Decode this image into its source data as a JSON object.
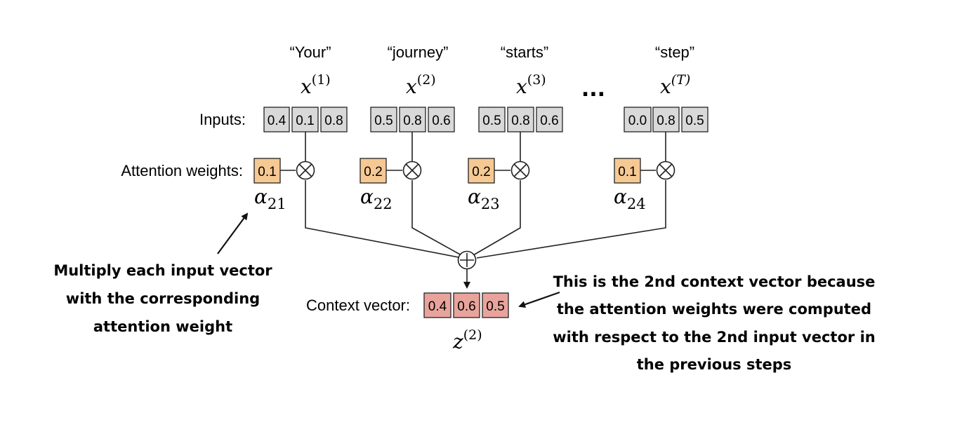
{
  "tokens": [
    {
      "word": "“Your”",
      "var": "x",
      "sup": "(1)",
      "values": [
        "0.4",
        "0.1",
        "0.8"
      ]
    },
    {
      "word": "“journey”",
      "var": "x",
      "sup": "(2)",
      "values": [
        "0.5",
        "0.8",
        "0.6"
      ]
    },
    {
      "word": "“starts”",
      "var": "x",
      "sup": "(3)",
      "values": [
        "0.5",
        "0.8",
        "0.6"
      ]
    },
    {
      "word": "“step”",
      "var": "x",
      "sup": "(T)",
      "values": [
        "0.0",
        "0.8",
        "0.5"
      ]
    }
  ],
  "ellipsis": "...",
  "labels": {
    "inputs": "Inputs:",
    "attention": "Attention weights:",
    "context": "Context vector:"
  },
  "weights": [
    {
      "value": "0.1",
      "sym": "α",
      "sub": "21"
    },
    {
      "value": "0.2",
      "sym": "α",
      "sub": "22"
    },
    {
      "value": "0.2",
      "sym": "α",
      "sub": "23"
    },
    {
      "value": "0.1",
      "sym": "α",
      "sub": "24"
    }
  ],
  "multiply_symbol": "⊗",
  "sum_symbol": "⊕",
  "context": {
    "values": [
      "0.4",
      "0.6",
      "0.5"
    ],
    "var": "z",
    "sup": "(2)"
  },
  "notes": {
    "left": [
      "Multiply each input vector",
      "with the corresponding",
      "attention weight"
    ],
    "right": [
      "This is the 2nd context vector because",
      "the attention weights were computed",
      "with respect to the 2nd input vector in",
      "the previous steps"
    ]
  },
  "colors": {
    "input_fill": "#d9d9d9",
    "weight_fill": "#f6c993",
    "context_fill": "#e8a49c",
    "stroke": "#222222"
  }
}
